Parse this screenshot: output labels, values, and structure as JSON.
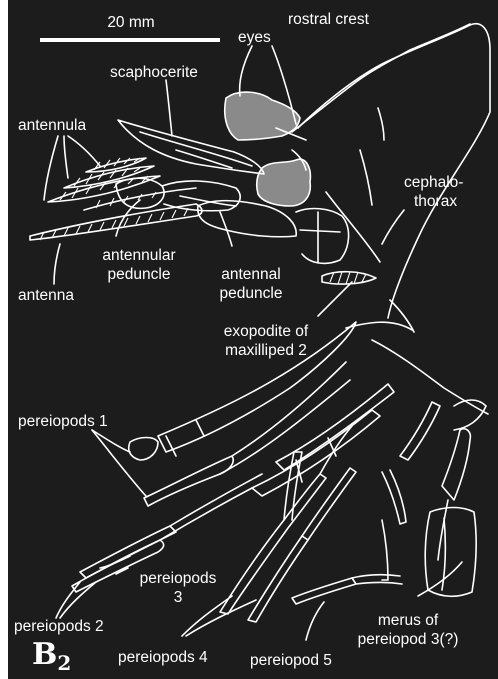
{
  "figure": {
    "panel_label_main": "B",
    "panel_label_sub": "2",
    "scale_bar_label": "20 mm",
    "colors": {
      "background": "#1c1c1c",
      "drawing": "#ffffff",
      "eye_fill": "#8a8a8a"
    }
  },
  "labels": {
    "rostral_crest": "rostral crest",
    "eyes": "eyes",
    "scaphocerite": "scaphocerite",
    "antennula": "antennula",
    "cephalothorax_line1": "cephalo-",
    "cephalothorax_line2": "thorax",
    "antennular_peduncle_line1": "antennular",
    "antennular_peduncle_line2": "peduncle",
    "antennal_peduncle_line1": "antennal",
    "antennal_peduncle_line2": "peduncle",
    "antenna": "antenna",
    "exopodite_line1": "exopodite of",
    "exopodite_line2": "maxilliped 2",
    "pereiopods_1": "pereiopods 1",
    "pereiopods_3_line1": "pereiopods",
    "pereiopods_3_line2": "3",
    "pereiopods_2": "pereiopods 2",
    "pereiopods_4": "pereiopods 4",
    "pereiopod_5": "pereiopod 5",
    "merus_line1": "merus of",
    "merus_line2": "pereiopod 3(?)"
  }
}
